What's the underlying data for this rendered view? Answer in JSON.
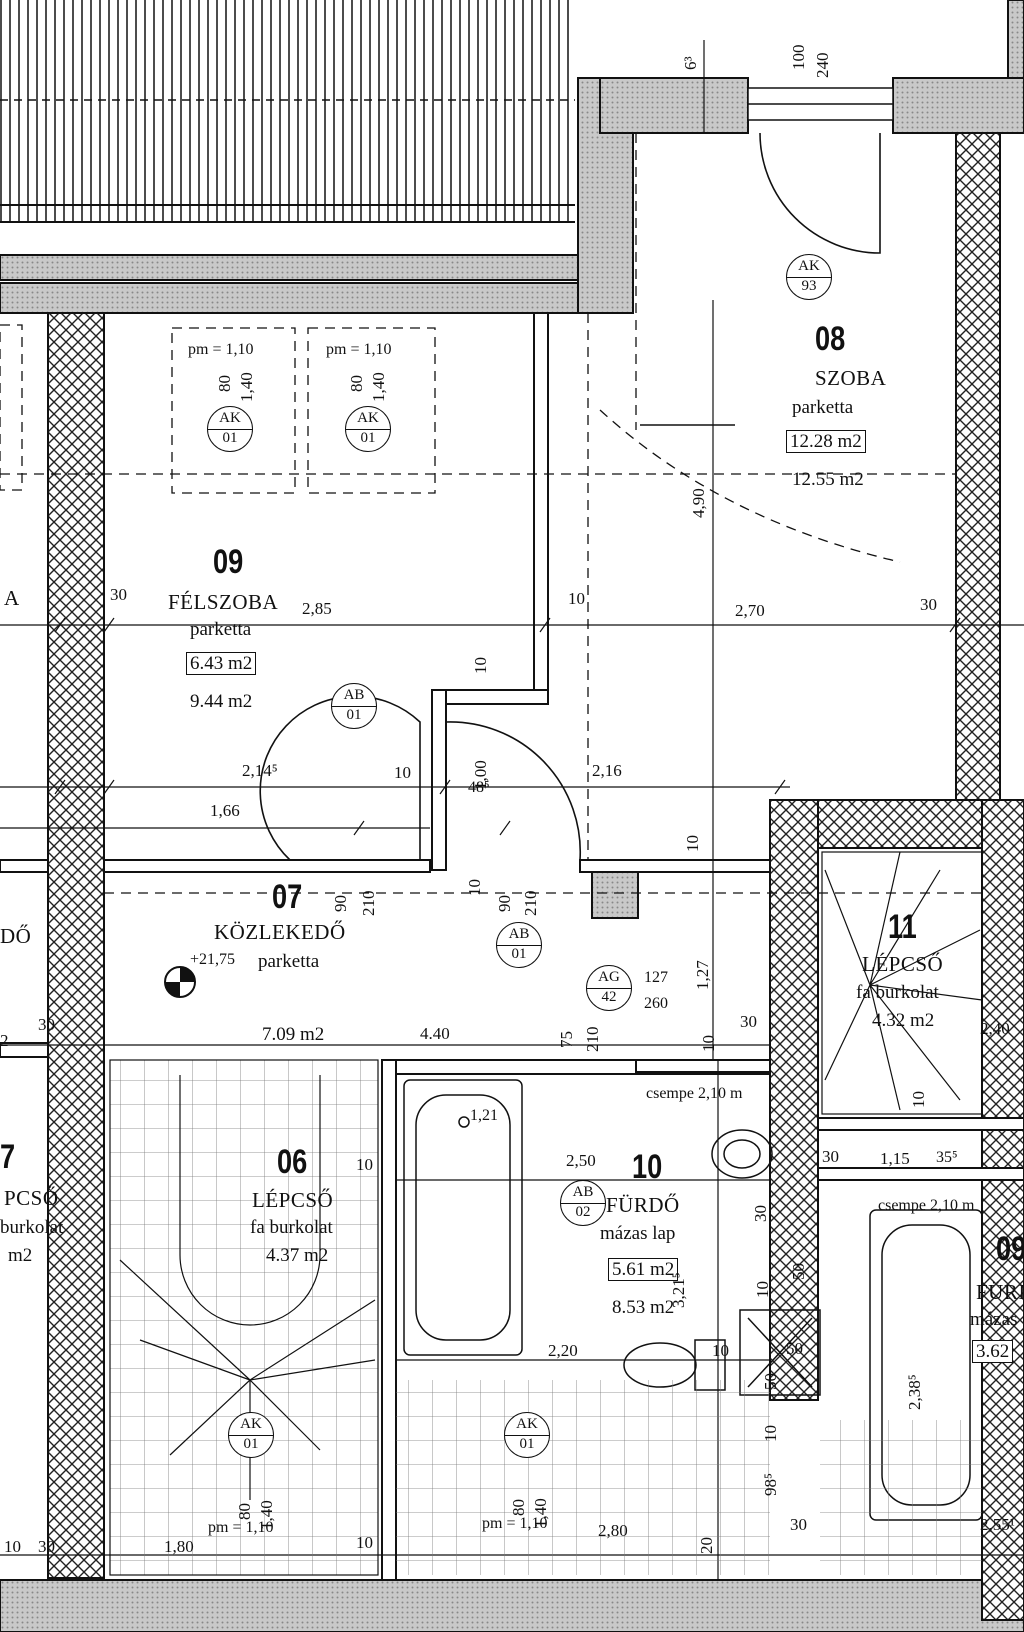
{
  "rooms": {
    "r08": {
      "no": "08",
      "name": "SZOBA",
      "floor": "parketta",
      "area1": "12.28 m2",
      "area2": "12.55 m2"
    },
    "r09": {
      "no": "09",
      "name": "FÉLSZOBA",
      "floor": "parketta",
      "area1": "6.43 m2",
      "area2": "9.44 m2"
    },
    "r07": {
      "no": "07",
      "name": "KÖZLEKEDŐ",
      "level": "+21,75",
      "floor": "parketta",
      "area1": "7.09 m2"
    },
    "r06": {
      "no": "06",
      "name": "LÉPCSŐ",
      "floor": "fa burkolat",
      "area1": "4.37 m2"
    },
    "r10": {
      "no": "10",
      "name": "FÜRDŐ",
      "floor": "mázas lap",
      "area1": "5.61 m2",
      "area2": "8.53 m2",
      "tiles": "csempe 2,10 m"
    },
    "r11": {
      "no": "11",
      "name": "LÉPCSŐ",
      "floor": "fa burkolat",
      "area1": "4.32 m2"
    },
    "left_partial": {
      "a": "A",
      "do": "DŐ",
      "nr": "7",
      "pso": "PCSŐ",
      "burk": "burkolat",
      "m2": "m2"
    },
    "right_partial": {
      "no": "09",
      "name": "FÜRI",
      "floor": "mázas",
      "area": "3.62",
      "tiles": "csempe 2,10 m"
    }
  },
  "tags": [
    {
      "top": "AK",
      "bottom": "93"
    },
    {
      "top": "AK",
      "bottom": "01"
    },
    {
      "top": "AK",
      "bottom": "01"
    },
    {
      "top": "AB",
      "bottom": "01"
    },
    {
      "top": "AB",
      "bottom": "01"
    },
    {
      "top": "AG",
      "bottom": "42"
    },
    {
      "top": "AB",
      "bottom": "02"
    },
    {
      "top": "AK",
      "bottom": "01"
    },
    {
      "top": "AK",
      "bottom": "01"
    }
  ],
  "windows": {
    "pm1": "pm = 1,10",
    "pm2": "pm = 1,10",
    "pm3": "pm = 1,10",
    "pm4": "pm = 1,10",
    "h80": "80",
    "h140": "1,40"
  },
  "dims": {
    "d100": "100",
    "d240": "240",
    "d63": "6³",
    "d490": "4,90",
    "d30a": "30",
    "d285": "2,85",
    "d10a": "10",
    "d270": "2,70",
    "d30b": "30",
    "d10b": "10",
    "d100b": "1,00",
    "d48": "48⁵",
    "d2145": "2,14⁵",
    "d10c": "10",
    "d216": "2,16",
    "d166": "1,66",
    "d90a": "90",
    "d210a": "210",
    "d10d": "10",
    "d90b": "90",
    "d210b": "210",
    "d10e": "10",
    "d127v": "1,27",
    "d30c": "30",
    "d10f": "10",
    "d127": "127",
    "d260": "260",
    "d30d": "30",
    "d440": "4.40",
    "d75": "75",
    "d210c": "210",
    "d240b": "2,40",
    "d2": "2",
    "d10g": "10",
    "d121": "1,21",
    "d250": "2,50",
    "d30e": "30",
    "d30f": "30",
    "d115": "1,15",
    "d355": "35⁵",
    "d10h": "10",
    "d3215": "3,21⁵",
    "d50a": "50",
    "d10i": "10",
    "d220": "2,20",
    "d10j": "10",
    "d50b": "50",
    "d50c": "50",
    "d10k": "10",
    "d2385": "2,38⁵",
    "d985": "98⁵",
    "d10l": "10",
    "d30g": "30",
    "d180": "1,80",
    "d10m": "10",
    "d280": "2,80",
    "d20": "20",
    "d30h": "30",
    "d2551": "2,55¹"
  }
}
